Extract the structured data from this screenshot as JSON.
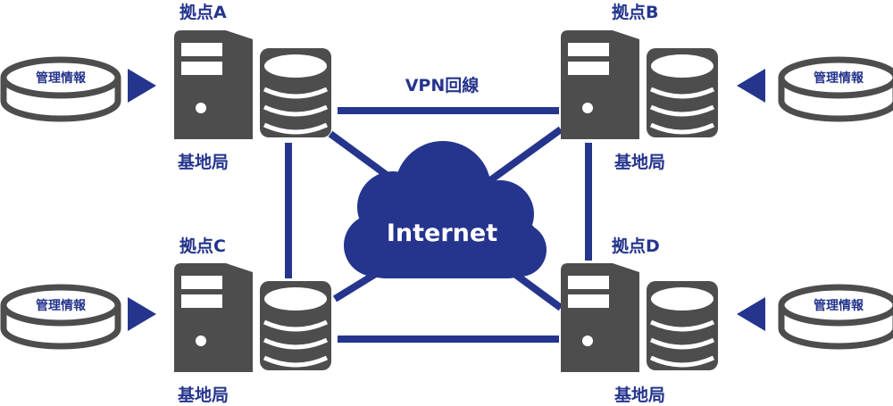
{
  "colors": {
    "navy": "#25358d",
    "gray": "#4d4d4d",
    "white": "#ffffff"
  },
  "network": {
    "vpn_label": "VPN回線",
    "cloud_label": "Internet"
  },
  "sites": [
    {
      "name": "拠点A",
      "station": "基地局",
      "disk_label": "管理情報"
    },
    {
      "name": "拠点B",
      "station": "基地局",
      "disk_label": "管理情報"
    },
    {
      "name": "拠点C",
      "station": "基地局",
      "disk_label": "管理情報"
    },
    {
      "name": "拠点D",
      "station": "基地局",
      "disk_label": "管理情報"
    }
  ],
  "icons": {
    "server": "server-icon",
    "database": "database-icon",
    "disk": "disk-icon",
    "arrow": "triangle-arrow-icon",
    "cloud": "cloud-icon"
  }
}
